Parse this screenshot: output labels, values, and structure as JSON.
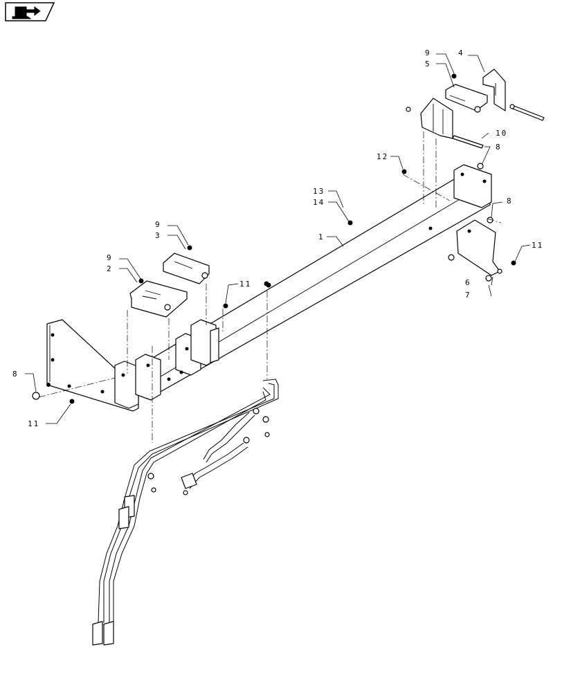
{
  "nav_icon": {
    "name": "book-arrow-icon"
  },
  "callouts": {
    "c1": "1",
    "c2": "2",
    "c3": "3",
    "c4": "4",
    "c5": "5",
    "c6": "6",
    "c7": "7",
    "c8a": "8",
    "c8b": "8",
    "c8c": "8",
    "c9a": "9",
    "c9b": "9",
    "c9c": "9",
    "c10": "10",
    "c11a": "11",
    "c11b": "11",
    "c11c": "11",
    "c12": "12",
    "c13": "13",
    "c14": "14"
  }
}
